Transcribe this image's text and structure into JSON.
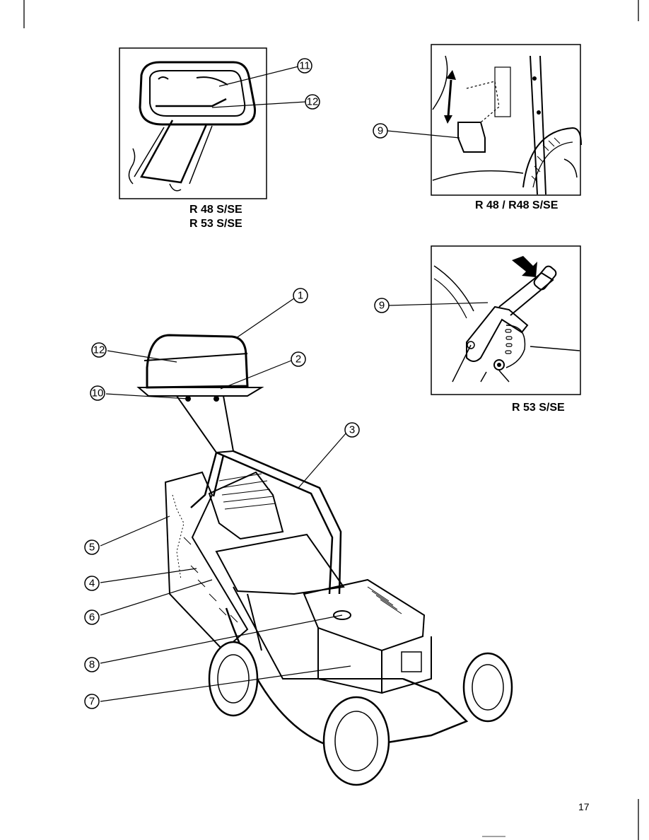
{
  "page": {
    "number": "17"
  },
  "figures": {
    "handle_detail": {
      "caption_lines": [
        "R 48 S/SE",
        "R 53 S/SE"
      ]
    },
    "height_adjust_r48": {
      "caption": "R 48 / R48 S/SE"
    },
    "height_adjust_r53": {
      "caption": "R 53 S/SE"
    }
  },
  "callouts": [
    "1",
    "2",
    "3",
    "4",
    "5",
    "6",
    "7",
    "8",
    "9",
    "10",
    "11",
    "12"
  ],
  "icons": [
    "arrow-icon",
    "double-arrow-icon"
  ]
}
